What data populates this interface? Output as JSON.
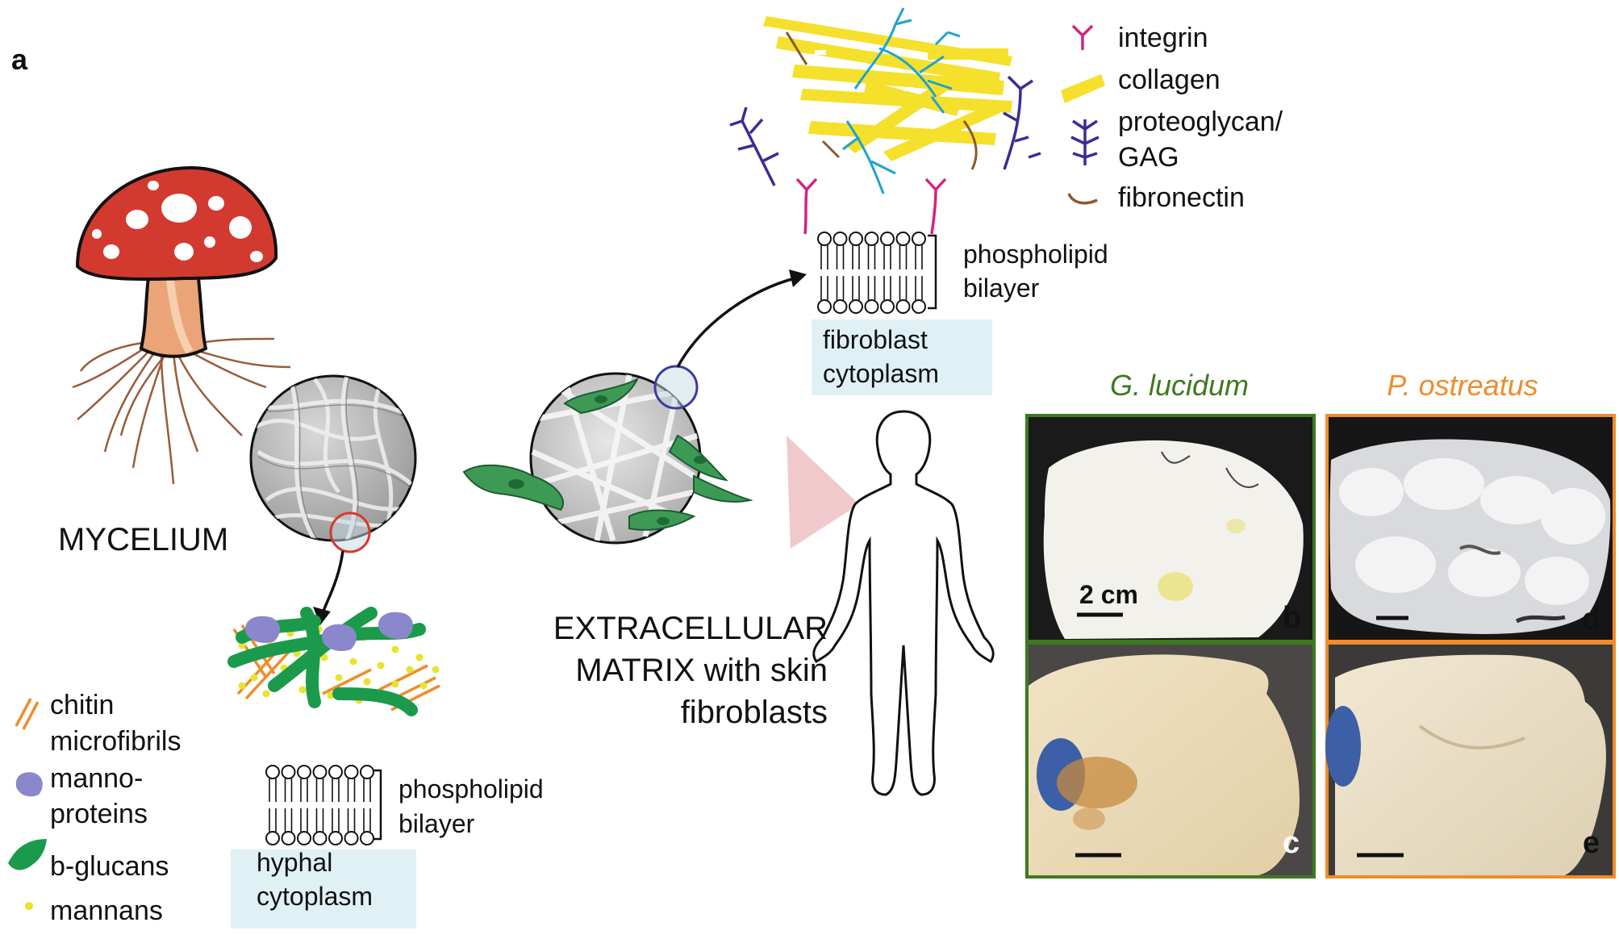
{
  "panel_label": "a",
  "mycelium_label": "MYCELIUM",
  "ecm_label": [
    "EXTRACELLULAR",
    "MATRIX with skin",
    "fibroblasts"
  ],
  "ecm_legend": [
    {
      "name": "integrin",
      "lines": [
        "integrin"
      ],
      "color": "#d6237b"
    },
    {
      "name": "collagen",
      "lines": [
        "collagen"
      ],
      "color": "#f5e02c"
    },
    {
      "name": "proteoglycan",
      "lines": [
        "proteoglycan/",
        "GAG"
      ],
      "color": "#3a2d94"
    },
    {
      "name": "fibronectin",
      "lines": [
        "fibronectin"
      ],
      "color": "#8b5a2b"
    }
  ],
  "wall_legend": [
    {
      "name": "chitin",
      "lines": [
        "chitin",
        "microfibrils"
      ],
      "color": "#ef8c2b"
    },
    {
      "name": "mannoproteins",
      "lines": [
        "manno-",
        "proteins"
      ],
      "color": "#8a87cc"
    },
    {
      "name": "b-glucans",
      "lines": [
        "b-glucans"
      ],
      "color": "#1c9a4b"
    },
    {
      "name": "mannans",
      "lines": [
        "mannans"
      ],
      "color": "#e8e32e"
    }
  ],
  "bilayer_label": [
    "phospholipid",
    "bilayer"
  ],
  "fibroblast_cytoplasm": [
    "fibroblast",
    "cytoplasm"
  ],
  "hyphal_cytoplasm": [
    "hyphal",
    "cytoplasm"
  ],
  "species": [
    {
      "name": "G. lucidum",
      "color": "#3d7a1f",
      "top_letter": "b",
      "bottom_letter": "c",
      "scale_text": "2 cm"
    },
    {
      "name": "P. ostreatus",
      "color": "#ef8c2b",
      "top_letter": "d",
      "bottom_letter": "e",
      "scale_text": ""
    }
  ],
  "colors": {
    "cyan_box": "#dff1f4",
    "mushroom_cap": "#d23a2f",
    "cell_green": "#3d9a55",
    "red_circle": "#d8372b",
    "blue_circle": "#3b3aa3"
  }
}
